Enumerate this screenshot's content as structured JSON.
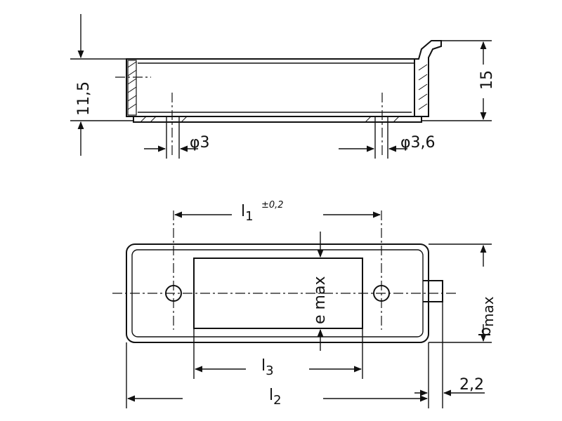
{
  "dimensions": {
    "height_left": "11,5",
    "height_right": "15",
    "hole_left": "φ3",
    "hole_right": "φ3,6",
    "l1": "l",
    "l1_sub": "1",
    "l1_tol": "±0,2",
    "e_max": "e max",
    "b": "b",
    "b_sub": "max",
    "l3": "l",
    "l3_sub": "3",
    "l2": "l",
    "l2_sub": "2",
    "flange": "2,2"
  }
}
